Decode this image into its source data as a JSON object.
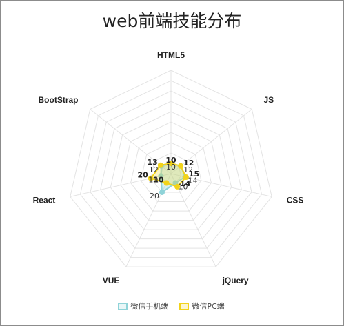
{
  "chart_data": {
    "type": "radar",
    "title": "web前端技能分布",
    "axes": [
      "HTML5",
      "JS",
      "CSS",
      "jQuery",
      "VUE",
      "React",
      "BootStrap"
    ],
    "max": 100,
    "rings": 10,
    "grid": true,
    "legend_position": "bottom",
    "series": [
      {
        "name": "微信手机端",
        "values": [
          10,
          12,
          14,
          10,
          20,
          10,
          12
        ],
        "color": "#8fd3d8"
      },
      {
        "name": "微信PC端",
        "values": [
          10,
          12,
          15,
          14,
          10,
          20,
          13
        ],
        "color": "#f2d31a"
      }
    ]
  }
}
